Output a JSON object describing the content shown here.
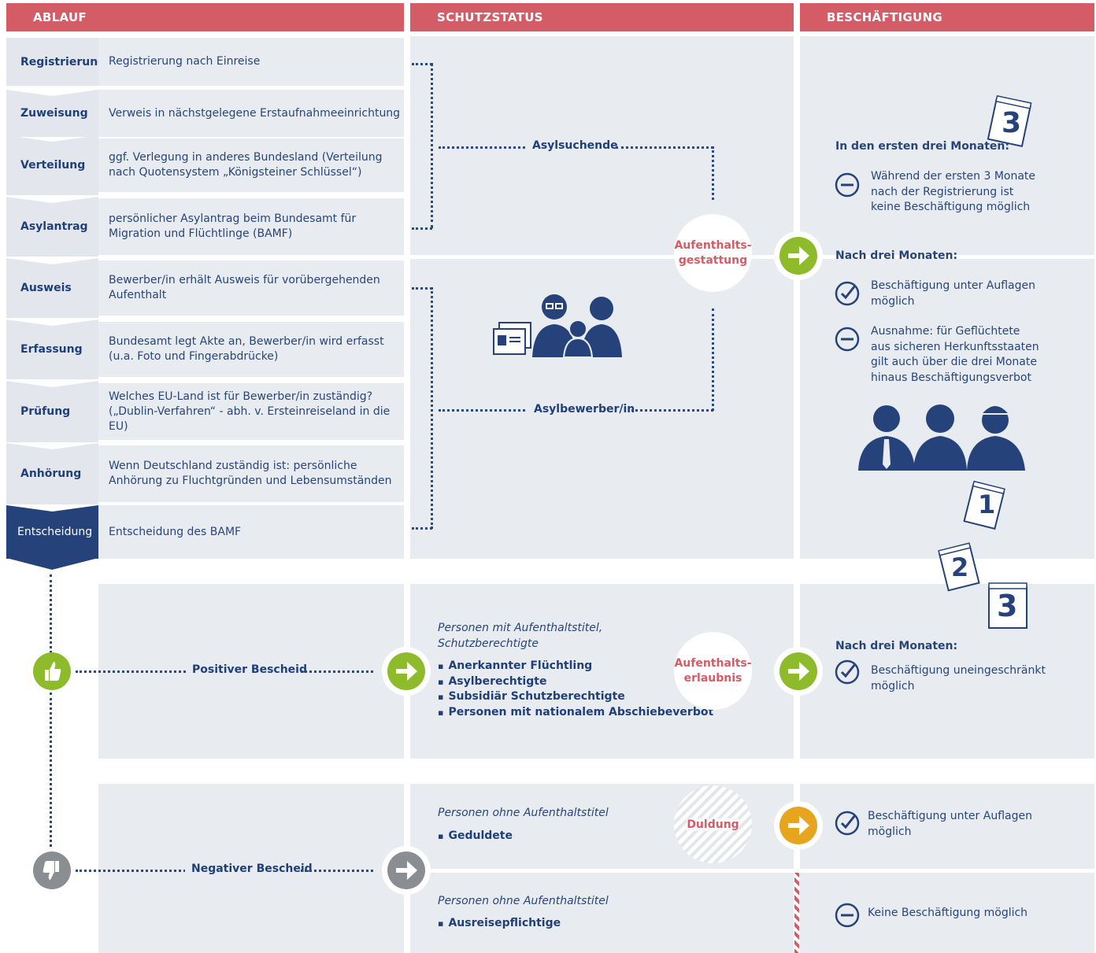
{
  "headers": {
    "ablauf": "ABLAUF",
    "schutzstatus": "SCHUTZSTATUS",
    "beschaeftigung": "BESCHÄFTIGUNG"
  },
  "stages": [
    {
      "name": "Registrierung",
      "desc": "Registrierung nach Einreise"
    },
    {
      "name": "Zuweisung",
      "desc": "Verweis in nächstgelegene Erstaufnahmeeinrichtung"
    },
    {
      "name": "Verteilung",
      "desc": "ggf. Verlegung in anderes Bundesland (Verteilung nach Quotensystem „Königsteiner Schlüssel“)"
    },
    {
      "name": "Asylantrag",
      "desc": "persönlicher Asylantrag beim Bundesamt für Migration und Flüchtlinge (BAMF)"
    },
    {
      "name": "Ausweis",
      "desc": "Bewerber/in erhält Ausweis für vorübergehenden Aufenthalt"
    },
    {
      "name": "Erfassung",
      "desc": "Bundesamt legt Akte an, Bewerber/in wird erfasst (u.a. Foto und Fingerabdrücke)"
    },
    {
      "name": "Prüfung",
      "desc": "Welches EU-Land ist für Bewerber/in zuständig? („Dublin-Verfahren“ - abh. v. Ersteinreiseland in die EU)"
    },
    {
      "name": "Anhörung",
      "desc": "Wenn Deutschland zuständig ist: persönliche Anhörung zu Fluchtgründen und Lebensumständen"
    },
    {
      "name": "Entscheidung",
      "desc": "Entscheidung des BAMF"
    }
  ],
  "schutz": {
    "asylsuchende": "Asylsuchende",
    "asylbewerber": "Asylbewerber/in",
    "gestattung": "Aufenthalts-\ngestattung",
    "erlaubnis": "Aufenthalts-\nerlaubnis",
    "duldung": "Duldung",
    "pos_intro": "Personen mit Aufenthaltstitel,\nSchutzberechtigte",
    "pos_list": [
      "Anerkannter Flüchtling",
      "Asylberechtigte",
      "Subsidiär Schutzberechtigte",
      "Personen mit nationalem Abschiebeverbot"
    ],
    "neg1_intro": "Personen ohne Aufenthaltstitel",
    "neg1_item": "Geduldete",
    "neg2_intro": "Personen ohne Aufenthaltstitel",
    "neg2_item": "Ausreisepflichtige"
  },
  "bescheid": {
    "positiv": "Positiver Bescheid",
    "negativ": "Negativer Bescheid"
  },
  "beschaeftigung": {
    "first_head": "In den ersten drei Monaten:",
    "first_text": "Während der ersten 3 Monate\nnach der Registrierung ist\nkeine Beschäftigung möglich",
    "after_head": "Nach drei Monaten:",
    "after_text1": "Beschäftigung unter Auflagen\nmöglich",
    "after_text2": "Ausnahme: für Geflüchtete\naus sicheren Herkunftsstaaten\ngilt auch über die drei Monate\nhinaus Beschäftigungsverbot",
    "pos_head": "Nach drei Monaten:",
    "pos_text": "Beschäftigung uneingeschränkt\nmöglich",
    "neg1_text": "Beschäftigung unter Auflagen\nmöglich",
    "neg2_text": "Keine Beschäftigung möglich"
  },
  "calendar": {
    "c3a": "3",
    "c1": "1",
    "c2": "2",
    "c3b": "3"
  },
  "colors": {
    "red": "#d45c66",
    "navy": "#25427a",
    "green": "#8dbb2b",
    "orange": "#e7a51f",
    "gray": "#8a8d91",
    "panel": "#e8ebf0"
  }
}
